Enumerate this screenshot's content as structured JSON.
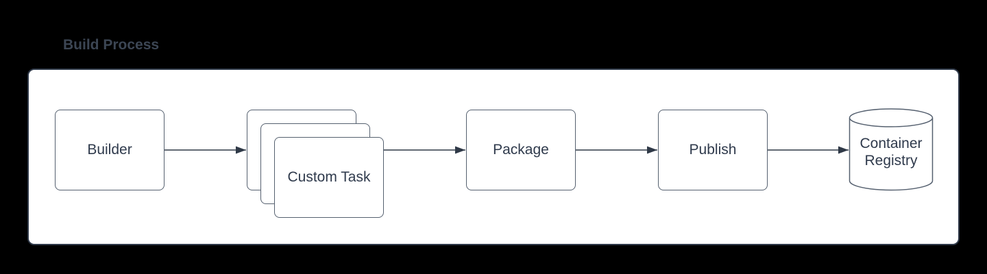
{
  "diagram": {
    "title": "Build Process",
    "type": "flowchart"
  },
  "nodes": {
    "builder": {
      "label": "Builder",
      "shape": "rounded-rectangle"
    },
    "custom_task": {
      "label": "Custom Task",
      "shape": "stacked-rounded-rectangles",
      "stack_count": 3
    },
    "package": {
      "label": "Package",
      "shape": "rounded-rectangle"
    },
    "publish": {
      "label": "Publish",
      "shape": "rounded-rectangle"
    },
    "container_registry": {
      "label": "Container Registry",
      "shape": "cylinder"
    }
  },
  "edges": [
    {
      "from": "Builder",
      "to": "Custom Task"
    },
    {
      "from": "Custom Task",
      "to": "Package"
    },
    {
      "from": "Package",
      "to": "Publish"
    },
    {
      "from": "Publish",
      "to": "Container Registry"
    }
  ],
  "colors": {
    "background": "#000000",
    "panel_fill": "#ffffff",
    "panel_border": "#2f3949",
    "node_fill": "#ffffff",
    "node_border": "#55606f",
    "node_text": "#2f3a4c",
    "arrow": "#2f3947",
    "title_text": "#3c4654"
  }
}
